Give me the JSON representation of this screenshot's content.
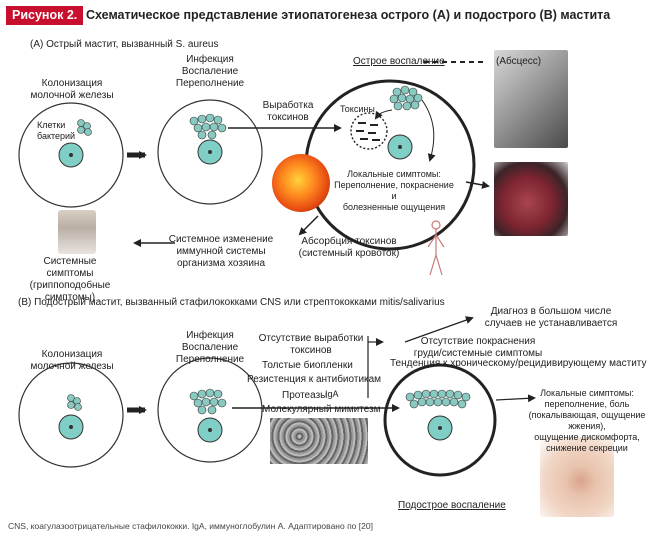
{
  "header": {
    "badge": "Рисунок 2.",
    "title": "Схематическое представление этиопатогенеза острого (A) и подострого (B) мастита"
  },
  "section_a": {
    "label": "(A)  Острый мастит, вызванный S. aureus",
    "col1_title": "Колонизация\nмолочной железы",
    "bacteria_label": "Клетки\nбактерий",
    "col2_title": "Инфекция\nВоспаление\nПереполнение",
    "toxins_prod": "Выработка\nтоксинов",
    "acute_title": "Острое воспаление",
    "abscess": "(Абсцесс)",
    "toxins": "Токсины",
    "local_symptoms": "Локальные симптомы:\nПереполнение, покраснение и\nболезненные ощущения",
    "absorption": "Абсорбция токсинов\n(системный кровоток)",
    "systemic_change": "Системное изменение\nиммунной системы\nорганизма хозяина",
    "systemic_symptoms": "Системные симптомы\n(гриппоподобные\nсимптомы)"
  },
  "section_b": {
    "label": "(B) Подострый мастит, вызванный стафилококками CNS или стрептококками mitis/salivarius",
    "col1_title": "Колонизация\nмолочной железы",
    "col2_title": "Инфекция\nВоспаление\nПереполнение",
    "no_toxins": "Отсутствие выработки\nтоксинов",
    "biofilm": "Толстые биопленки",
    "resistance": "Резистенция к антибиотикам",
    "iga": "IgA",
    "proteases": "Протеазы",
    "mimicry": "Молекулярный мимитезм",
    "diagnosis": "Диагноз в большом числе\nслучаев не устанавливается",
    "no_redness": "Отсутствие покраснения\nгруди/системные симптомы",
    "tendency": "Тенденция к хроническому/рецидивирующему маститу",
    "local_symptoms": "Локальные симптомы:\nпереполнение, боль\n(покалывающая, ощущение жжения),\nощущение дискомфорта,\nснижение секреции",
    "subacute_title": "Подострое воспаление"
  },
  "footnote": "CNS, коагулазоотрицательные стафилококки. IgA, иммуноглобулин A. Адаптировано по [20]",
  "colors": {
    "badge": "#c8102e",
    "nucleus_fill": "#7fcfc6",
    "bacteria_fill": "#88c9c1"
  }
}
